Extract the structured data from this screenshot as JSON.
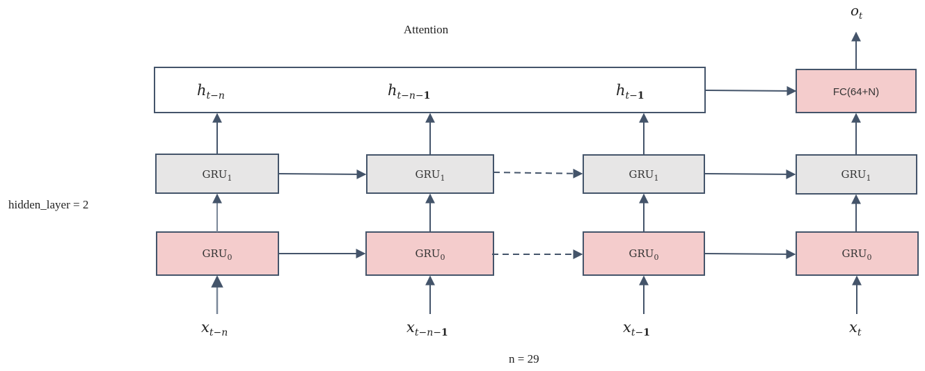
{
  "title": "Attention",
  "attention_states": [
    {
      "base": "h",
      "sub": "t−n",
      "sub_bold_tail": ""
    },
    {
      "base": "h",
      "sub": "t−n−",
      "sub_bold_tail": "1"
    },
    {
      "base": "h",
      "sub": "t−",
      "sub_bold_tail": "1"
    }
  ],
  "fc": {
    "label": "FC(64+N)"
  },
  "output": {
    "base": "o",
    "sub": "t"
  },
  "gru_layer1": {
    "base": "GRU",
    "sub": "1"
  },
  "gru_layer0": {
    "base": "GRU",
    "sub": "0"
  },
  "inputs": [
    {
      "base": "x",
      "sub": "t−n",
      "sub_bold_tail": ""
    },
    {
      "base": "x",
      "sub": "t−n−",
      "sub_bold_tail": "1"
    },
    {
      "base": "x",
      "sub": "t−",
      "sub_bold_tail": "1"
    },
    {
      "base": "x",
      "sub": "t",
      "sub_bold_tail": ""
    }
  ],
  "hidden_layer_label": "hidden_layer = 2",
  "n_label": "n = 29",
  "colors": {
    "stroke": "#44546a",
    "gru0_fill": "#f4cccc",
    "gru1_fill": "#e7e6e6",
    "fc_fill": "#f4cccc",
    "attention_fill": "#ffffff",
    "text": "#222222"
  },
  "connections": {
    "gru_row_links": [
      "solid",
      "dashed",
      "solid"
    ]
  }
}
